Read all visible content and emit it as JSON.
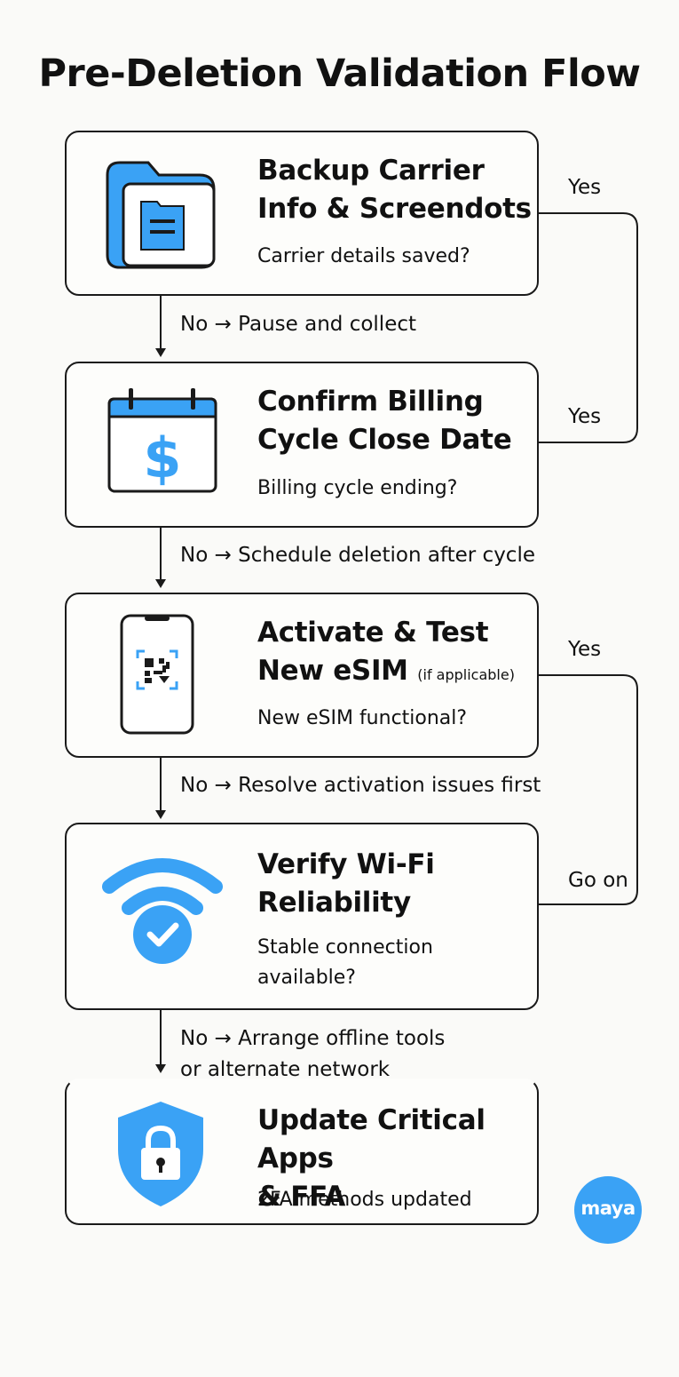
{
  "title": "Pre-Deletion Validation Flow",
  "colors": {
    "accent": "#3aa2f5",
    "stroke": "#1a1a1a",
    "background": "#fafaf8"
  },
  "steps": [
    {
      "icon": "folder-icon",
      "title": "Backup Carrier\nInfo & Screendots",
      "question": "Carrier details saved?"
    },
    {
      "icon": "calendar-dollar-icon",
      "title": "Confirm Billing\nCycle Close Date",
      "question": "Billing cycle ending?"
    },
    {
      "icon": "phone-qr-icon",
      "title": "Activate & Test\nNew eSIM",
      "title_note": "(if applicable)",
      "question": "New eSIM functional?"
    },
    {
      "icon": "wifi-check-icon",
      "title": "Verify Wi-Fi\nReliability",
      "question": "Stable connection\navailable?"
    },
    {
      "icon": "shield-lock-icon",
      "title": "Update Critical Apps\n& FFA",
      "question": "2FA methods updated"
    }
  ],
  "no_branches": [
    "No → Pause and collect",
    "No → Schedule deletion after cycle",
    "No → Resolve activation issues first",
    "No → Arrange offline tools\nor alternate network"
  ],
  "side_labels": [
    "Yes",
    "Yes",
    "Yes",
    "Go on"
  ],
  "logo_text": "maya"
}
